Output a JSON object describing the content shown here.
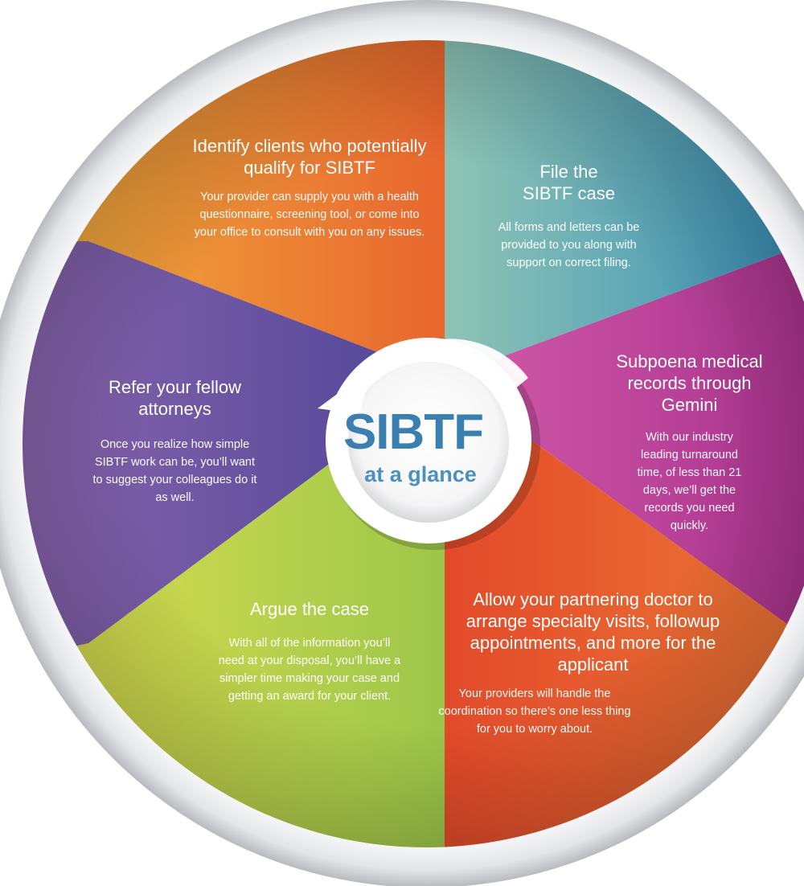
{
  "center": {
    "title": "SIBTF",
    "subtitle": "at a glance"
  },
  "colors": {
    "orange": "#e9782f",
    "teal": "#3f9ab5",
    "magenta": "#b53b94",
    "red_orange": "#e25b2c",
    "yellow_green": "#b7d24b",
    "purple": "#5f4b9e",
    "center_text": "#3a7fb0"
  },
  "segments": [
    {
      "id": "identify",
      "title": "Identify clients who potentially qualify for SIBTF",
      "description": "Your provider can supply you with a health questionnaire, screening tool, or come into your office to consult with you on any issues."
    },
    {
      "id": "file",
      "title": "File the SIBTF case",
      "description": "All forms and letters can be provided to you along with support on correct filing."
    },
    {
      "id": "subpoena",
      "title": "Subpoena medical records through Gemini",
      "description": "With our industry leading turnaround time, of less than 21 days, we’ll get the records you need quickly."
    },
    {
      "id": "allow",
      "title": "Allow your partnering doctor to arrange specialty visits, followup appointments, and more for the applicant",
      "description": "Your providers will handle the coordination so there’s one less thing for you to worry about."
    },
    {
      "id": "argue",
      "title": "Argue the case",
      "description": "With all of the information you’ll need at your disposal, you’ll have a simpler time making your case and getting an award for your client."
    },
    {
      "id": "refer",
      "title": "Refer your fellow attorneys",
      "description": "Once you realize how simple SIBTF work can be, you’ll want to suggest your colleagues do it as well."
    }
  ]
}
